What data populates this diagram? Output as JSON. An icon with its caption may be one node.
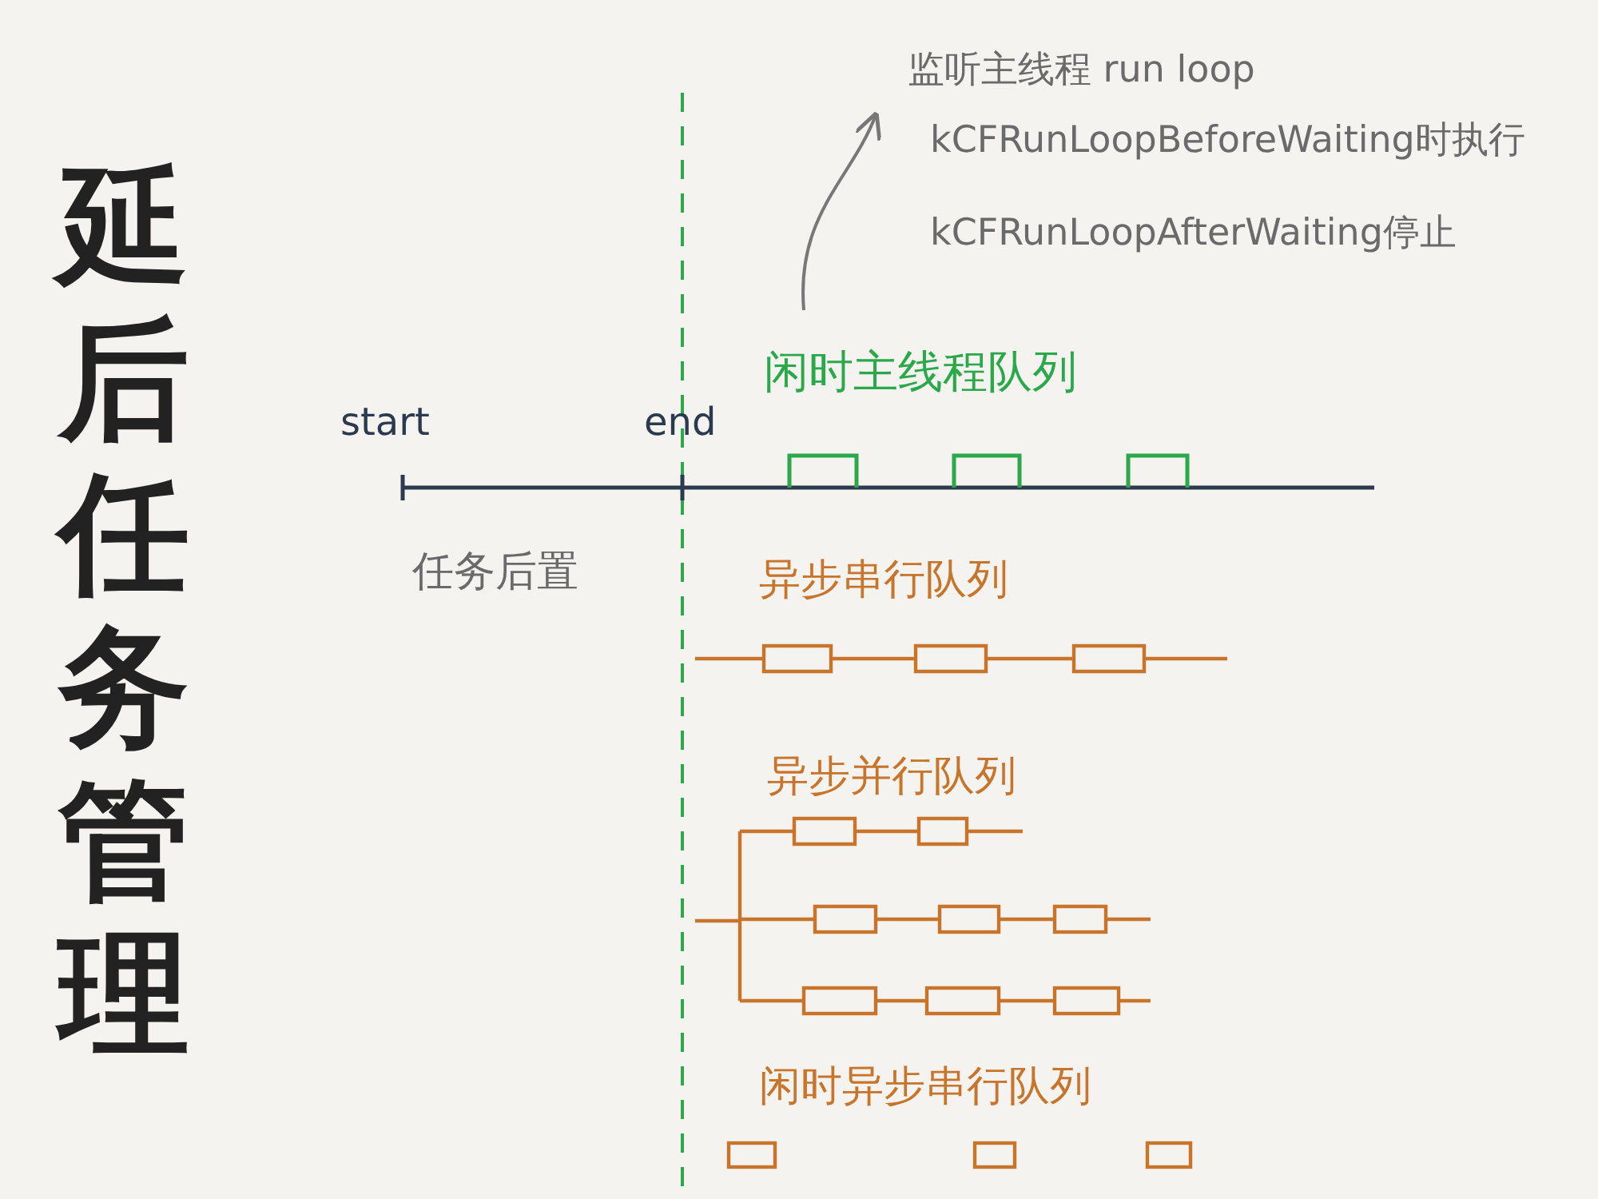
{
  "diagram": {
    "title": "延后任务管理",
    "nodes": [
      {
        "text": [
          "监听主线程 run loop",
          "kCFRunLoopBeforeWaiting时执行",
          "kCFRunLoopAfterWaiting停止"
        ]
      },
      {
        "text": [
          "闲时主线程队列"
        ]
      }
    ],
    "edges": [
      {
        "from": 1,
        "to": 0,
        "arrow": "to"
      }
    ],
    "labels": [
      "start",
      "end",
      "任务后置",
      "异步串行队列",
      "异步并行队列",
      "闲时异步串行队列"
    ]
  }
}
